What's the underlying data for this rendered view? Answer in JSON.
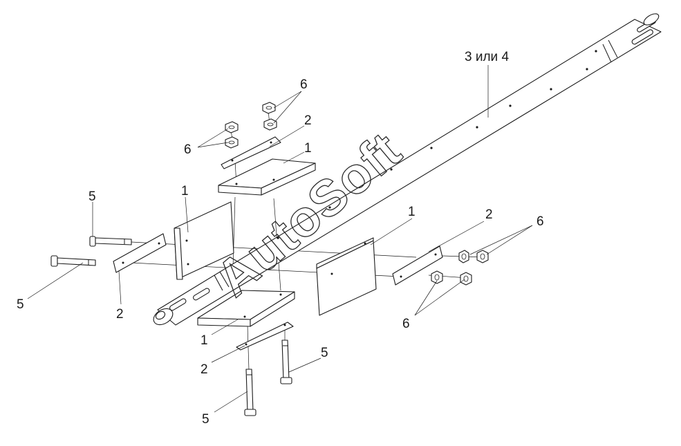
{
  "drawing": {
    "labels": {
      "shaft": "3 или 4",
      "plate": "1",
      "strip": "2",
      "bolt": "5",
      "nut": "6"
    },
    "watermark": "AutoSoft"
  }
}
